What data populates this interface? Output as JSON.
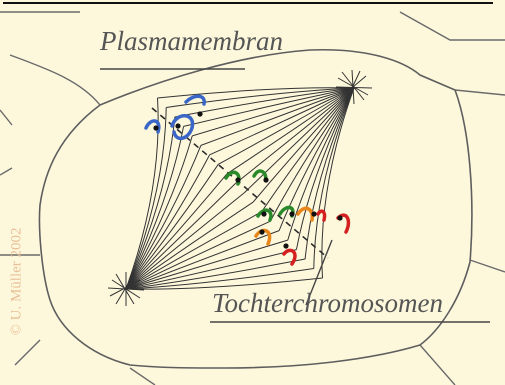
{
  "labels": {
    "plasmamembran": "Plasmamembran",
    "tochterchromosomen": "Tochterchromosomen"
  },
  "copyright": "© U. Müller  2002",
  "colors": {
    "background": "#fdf8dc",
    "cell_outline": "#5e5e5e",
    "spindle": "#333333",
    "chromosome_blue": "#3a66c8",
    "chromosome_green": "#2a8a2a",
    "chromosome_orange": "#e8861a",
    "chromosome_red": "#d42020",
    "label_text": "#555555",
    "copyright_text": "#e8bf97"
  }
}
